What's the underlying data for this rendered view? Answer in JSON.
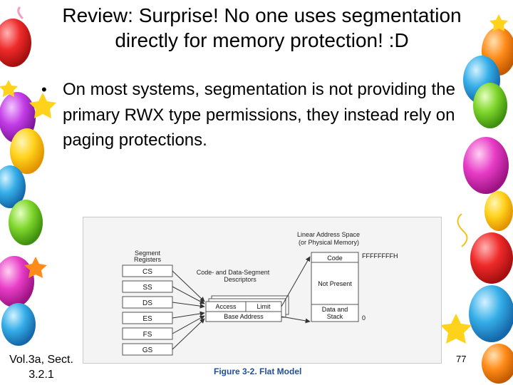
{
  "slide": {
    "title_line1": "Review: Surprise! No one uses segmentation",
    "title_line2": "directly for memory protection! :D",
    "bullet_marker": "•",
    "bullet_text": "On most systems, segmentation is not providing the primary RWX type permissions, they instead rely on paging protections.",
    "footer_left_line1": "Vol.3a, Sect.",
    "footer_left_line2": "3.2.1",
    "page_number": "77"
  },
  "figure": {
    "caption": "Figure 3-2. Flat Model",
    "segment_registers_title_1": "Segment",
    "segment_registers_title_2": "Registers",
    "registers": [
      "CS",
      "SS",
      "DS",
      "ES",
      "FS",
      "GS"
    ],
    "descriptors_title_1": "Code- and Data-Segment",
    "descriptors_title_2": "Descriptors",
    "access_label": "Access",
    "limit_label": "Limit",
    "base_address_label": "Base Address",
    "linear_title_1": "Linear Address Space",
    "linear_title_2": "(or Physical Memory)",
    "code_label": "Code",
    "not_present_label": "Not Present",
    "data_stack_line1": "Data and",
    "data_stack_line2": "Stack",
    "top_address": "FFFFFFFFH",
    "bottom_address": "0"
  },
  "colors": {
    "caption_blue": "#1f4e9c",
    "figure_background": "#f4f4f4"
  }
}
